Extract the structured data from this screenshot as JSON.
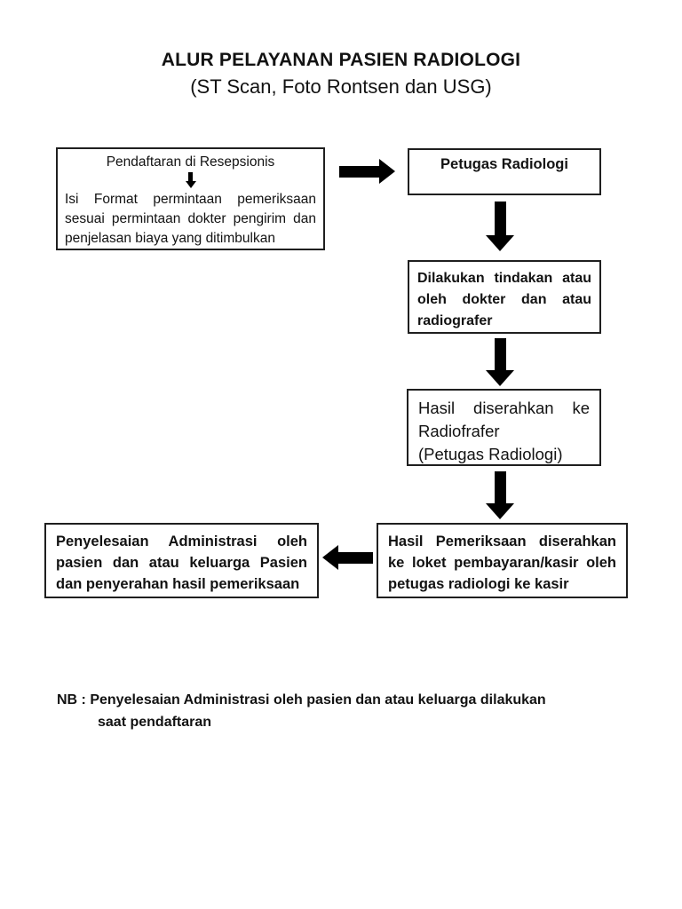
{
  "title": {
    "line1": "ALUR PELAYANAN PASIEN RADIOLOGI",
    "line2": "(ST Scan, Foto Rontsen dan USG)"
  },
  "boxes": {
    "registration": {
      "heading": "Pendaftaran di Resepsionis",
      "lines": [
        "Isi Format permintaan pemeriksaan",
        "sesuai permintaan dokter pengirim dan",
        "penjelasan biaya yang ditimbulkan"
      ]
    },
    "radiology_officer": {
      "label": "Petugas Radiologi"
    },
    "action": {
      "lines": [
        "Dilakukan tindakan atau",
        "oleh dokter dan atau",
        "radiografer"
      ]
    },
    "result_handover": {
      "lines": [
        "Hasil diserahkan ke",
        "Radiofrafer",
        "(Petugas Radiologi)"
      ]
    },
    "payment": {
      "lines": [
        "Hasil Pemeriksaan diserahkan",
        "ke loket pembayaran/kasir oleh",
        "petugas radiologi ke kasir"
      ]
    },
    "admin_settlement": {
      "lines": [
        "Penyelesaian Administrasi oleh",
        "pasien dan atau keluarga Pasien",
        "dan penyerahan hasil pemeriksaan"
      ]
    }
  },
  "note": {
    "lines": [
      "NB : Penyelesaian Administrasi oleh pasien dan atau keluarga dilakukan",
      "saat pendaftaran"
    ]
  },
  "icons": {
    "arrow_right": "block-arrow-right",
    "arrow_down": "block-arrow-down",
    "arrow_left": "block-arrow-left",
    "arrow_down_small": "block-arrow-down-small"
  },
  "colors": {
    "background": "#ffffff",
    "ink": "#121212",
    "border": "#1f1f1f",
    "arrow": "#000000"
  }
}
